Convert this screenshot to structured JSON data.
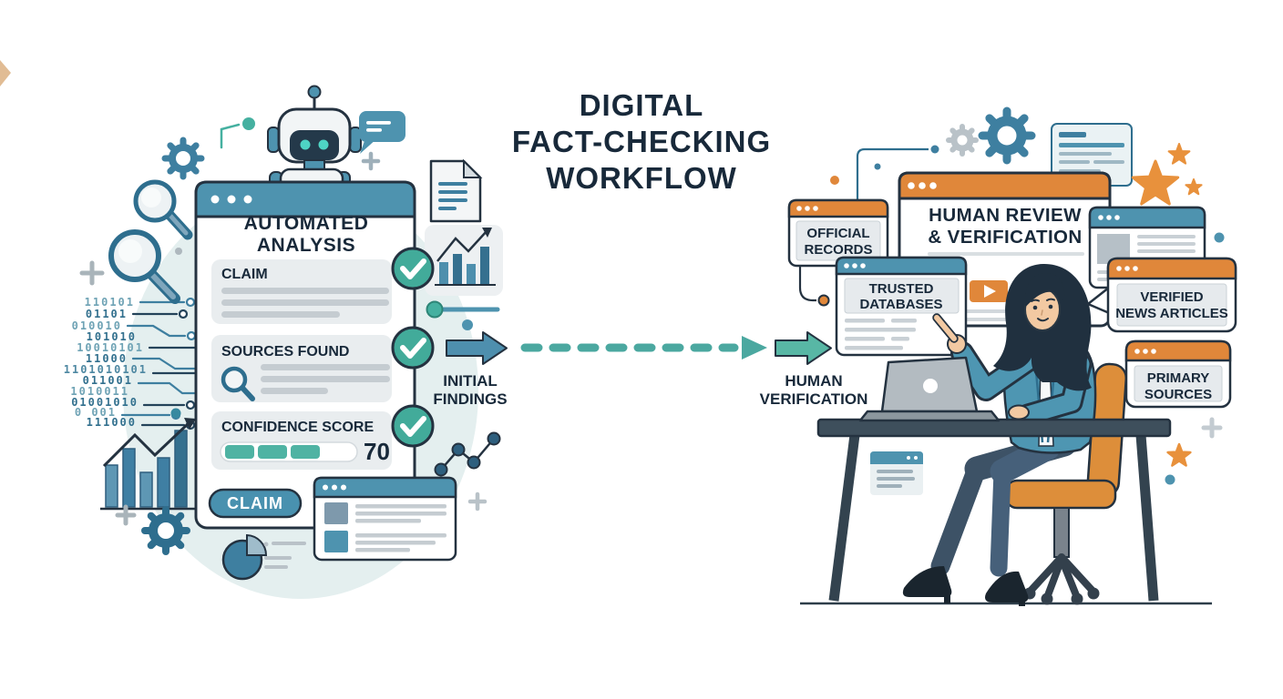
{
  "title": {
    "line1": "DIGITAL",
    "line2": "FACT-CHECKING",
    "line3": "WORKFLOW"
  },
  "automated_panel": {
    "title_line1": "AUTOMATED",
    "title_line2": "ANALYSIS",
    "claim": {
      "label": "CLAIM"
    },
    "sources": {
      "label": "SOURCES FOUND"
    },
    "confidence": {
      "label": "CONFIDENCE SCORE",
      "value": "70"
    },
    "claim_button_label": "CLAIM"
  },
  "flow": {
    "initial_findings": {
      "line1": "INITIAL",
      "line2": "FINDINGS"
    },
    "human_verification": {
      "line1": "HUMAN",
      "line2": "VERIFICATION"
    }
  },
  "review_panel": {
    "title_line1": "HUMAN REVIEW",
    "title_line2": "& VERIFICATION",
    "official_records": {
      "line1": "OFFICIAL",
      "line2": "RECORDS"
    },
    "trusted_databases": {
      "line1": "TRUSTED",
      "line2": "DATABASES"
    },
    "verified_news": {
      "line1": "VERIFIED",
      "line2": "NEWS ARTICLES"
    },
    "primary_sources": {
      "line1": "PRIMARY",
      "line2": "SOURCES"
    }
  },
  "binary": {
    "rows": [
      "110101",
      "01101",
      "010010",
      "101010",
      "10010101",
      "11000",
      "1101010101",
      "011001",
      "1010011",
      "01001010",
      "0 001",
      "111000"
    ]
  },
  "colors": {
    "navy_text": "#18293A",
    "steel_blue": "#4E93AF",
    "teal_green": "#45B0A0",
    "orange": "#E0873A",
    "outline_dark": "#243240",
    "light_card": "#E7EBED",
    "light_circle_bg": "#E4EFEF"
  }
}
